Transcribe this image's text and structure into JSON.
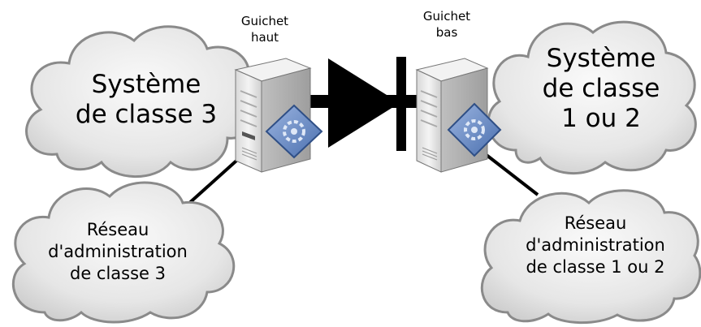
{
  "nodes": {
    "upper_system": {
      "text": "Système\nde classe 3"
    },
    "lower_system": {
      "text": "Système\nde classe\n1 ou 2"
    },
    "upper_admin": {
      "text": "Réseau\nd'administration\nde classe 3"
    },
    "lower_admin": {
      "text": "Réseau\nd'administration\nde classe 1 ou 2"
    },
    "upper_gateway": {
      "text": "Guichet\nhaut"
    },
    "lower_gateway": {
      "text": "Guichet\nbas"
    }
  },
  "colors": {
    "cloud_fill": "#e4e4e4",
    "cloud_stroke": "#8a8a8a",
    "link": "#000000",
    "server_body": "#e9e9e9",
    "badge": "#6d8fc7"
  },
  "icons": {
    "server": "server-icon",
    "badge": "gear-badge-icon",
    "diode": "data-diode-icon"
  }
}
